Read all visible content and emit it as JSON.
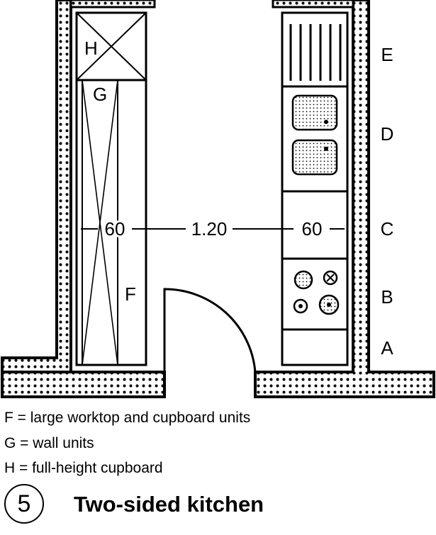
{
  "plan_labels": {
    "H": "H",
    "G": "G",
    "F": "F",
    "E": "E",
    "D": "D",
    "C": "C",
    "B": "B",
    "A": "A"
  },
  "dimensions": {
    "left_depth": "60",
    "aisle": "1.20",
    "right_depth": "60"
  },
  "legend": [
    "F  = large worktop and cupboard units",
    "G = wall units",
    "H = full-height cupboard"
  ],
  "figure": {
    "number": "5",
    "title": "Two-sided kitchen"
  },
  "colors": {
    "ink": "#000000",
    "paper": "#ffffff"
  }
}
